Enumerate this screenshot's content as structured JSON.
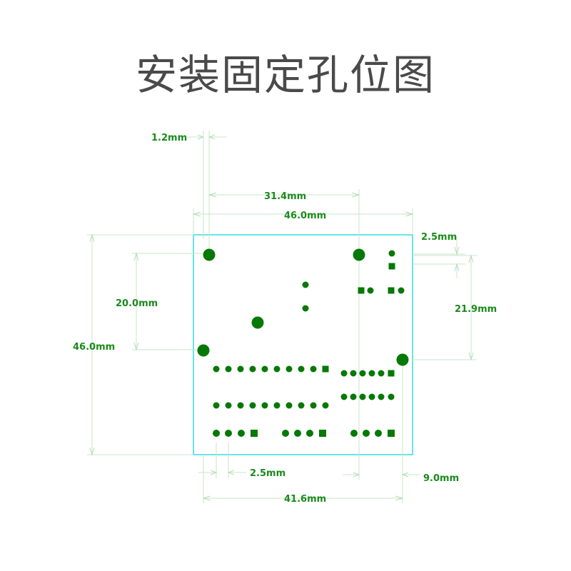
{
  "title": "安装固定孔位图",
  "colors": {
    "board_outline": "#33dddd",
    "pads": "#067806",
    "dimension_text": "#1a8a1a",
    "dimension_lines": "#c8e6c8",
    "title": "#4a4a4a"
  },
  "dimensions": {
    "d_1_2": "1.2mm",
    "d_31_4": "31.4mm",
    "d_46_0_top": "46.0mm",
    "d_2_5_right": "2.5mm",
    "d_20_0": "20.0mm",
    "d_46_0_left": "46.0mm",
    "d_21_9": "21.9mm",
    "d_2_5_bottom": "2.5mm",
    "d_9_0": "9.0mm",
    "d_41_6": "41.6mm"
  }
}
